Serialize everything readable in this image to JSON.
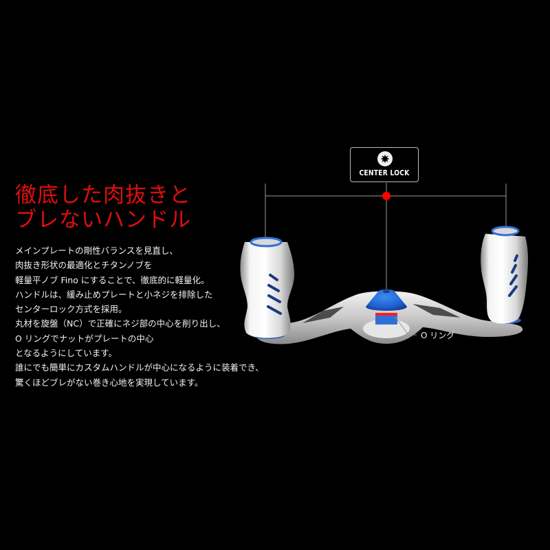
{
  "headline": {
    "line1": "徹底した肉抜きと",
    "line2": "ブレないハンドル",
    "color": "#e00d0d"
  },
  "description": {
    "lines": [
      "メインプレートの剛性バランスを見直し、",
      "肉抜き形状の最適化とチタンノブを",
      "軽量平ノブ Fino にすることで、徹底的に軽量化。",
      "ハンドルは、緩み止めプレートと小ネジを排除した",
      "センターロック方式を採用。",
      "丸材を旋盤（NC）で正確にネジ部の中心を削り出し、",
      "O リングでナットがプレートの中心",
      "となるようにしています。",
      "誰にでも簡単にカスタムハンドルが中心になるように装着でき、",
      "驚くほどブレがない巻き心地を実現しています。"
    ]
  },
  "diagram": {
    "center_lock_label": "CENTER LOCK",
    "center_lock_icon": "gear-star-icon",
    "oring_label": "O リング",
    "marker_color": "#ff0000",
    "accent_blue": "#2f6fd6",
    "line_color": "#9a9a9a"
  }
}
